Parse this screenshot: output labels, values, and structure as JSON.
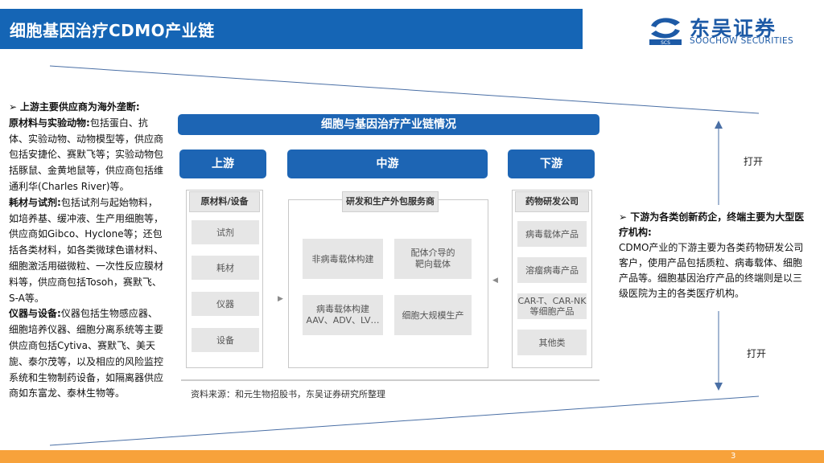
{
  "header": {
    "title": "细胞基因治疗CDMO产业链",
    "logo_name": "东吴证券",
    "logo_en": "SOOCHOW SECURITIES"
  },
  "left": {
    "bullet": "上游主要供应商为海外垄断:",
    "p1_head": "原材料与实验动物:",
    "p1_body": "包括蛋白、抗体、实验动物、动物模型等，供应商包括安捷伦、赛默飞等；实验动物包括豚鼠、金黄地鼠等，供应商包括维通利华(Charles River)等。",
    "p2_head": "耗材与试剂:",
    "p2_body": "包括试剂与起始物料，如培养基、缓冲液、生产用细胞等，供应商如Gibco、Hyclone等；还包括各类材料，如各类微球色谱材料、细胞激活用磁微粒、一次性反应膜材料等，供应商包括Tosoh，赛默飞、S-A等。",
    "p3_head": "仪器与设备:",
    "p3_body": "仪器包括生物感应器、细胞培养仪器、细胞分离系统等主要供应商包括Cytiva、赛默飞、美天旎、泰尔茂等，以及相应的风险监控系统和生物制药设备，如隔离器供应商如东富龙、泰林生物等。"
  },
  "diagram": {
    "title": "细胞与基因治疗产业链情况",
    "stages": [
      "上游",
      "中游",
      "下游"
    ],
    "upstream": {
      "head": "原材料/设备",
      "items": [
        "试剂",
        "耗材",
        "仪器",
        "设备"
      ]
    },
    "midstream": {
      "head": "研发和生产外包服务商",
      "items": [
        "非病毒载体构建",
        "配体介导的\n靶向载体",
        "病毒载体构建\nAAV、ADV、LV…",
        "细胞大规模生产"
      ]
    },
    "downstream": {
      "head": "药物研发公司",
      "items": [
        "病毒载体产品",
        "溶瘤病毒产品",
        "CAR-T、CAR-NK\n等细胞产品",
        "其他类"
      ]
    },
    "source": "资料来源：和元生物招股书，东吴证券研究所整理"
  },
  "right": {
    "open_top": "打开",
    "open_bottom": "打开",
    "bullet": "下游为各类创新药企，终端主要为大型医疗机构:",
    "body": "CDMO产业的下游主要为各类药物研发公司客户，使用产品包括质粒、病毒载体、细胞产品等。细胞基因治疗产品的终端则是以三级医院为主的各类医疗机构。"
  },
  "footer": {
    "page": "3"
  }
}
